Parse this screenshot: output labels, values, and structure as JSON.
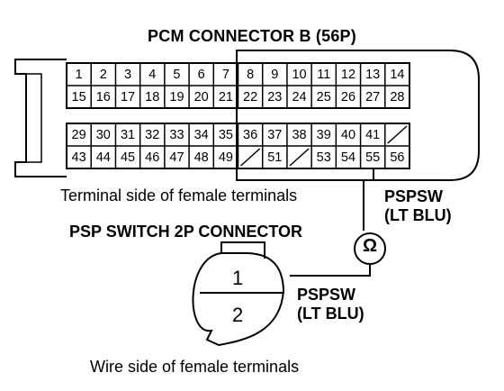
{
  "diagram": {
    "title": "PCM CONNECTOR B (56P)",
    "pcm_side_label": "Terminal side of female terminals",
    "psp_connector_title": "PSP SWITCH 2P CONNECTOR",
    "psp_side_label": "Wire side of female terminals",
    "wire_label_upper": [
      "PSPSW",
      "(LT BLU)"
    ],
    "wire_label_lower": [
      "PSPSW",
      "(LT BLU)"
    ],
    "meter_symbol": "Ω",
    "psp_terminals": [
      "1",
      "2"
    ],
    "rows": [
      [
        "1",
        "2",
        "3",
        "4",
        "5",
        "6",
        "7",
        "8",
        "9",
        "10",
        "11",
        "12",
        "13",
        "14"
      ],
      [
        "15",
        "16",
        "17",
        "18",
        "19",
        "20",
        "21",
        "22",
        "23",
        "24",
        "25",
        "26",
        "27",
        "28"
      ],
      [
        "29",
        "30",
        "31",
        "32",
        "33",
        "34",
        "35",
        "36",
        "37",
        "38",
        "39",
        "40",
        "41",
        "/"
      ],
      [
        "43",
        "44",
        "45",
        "46",
        "47",
        "48",
        "49",
        "/",
        "51",
        "/",
        "53",
        "54",
        "55",
        "56"
      ]
    ]
  }
}
